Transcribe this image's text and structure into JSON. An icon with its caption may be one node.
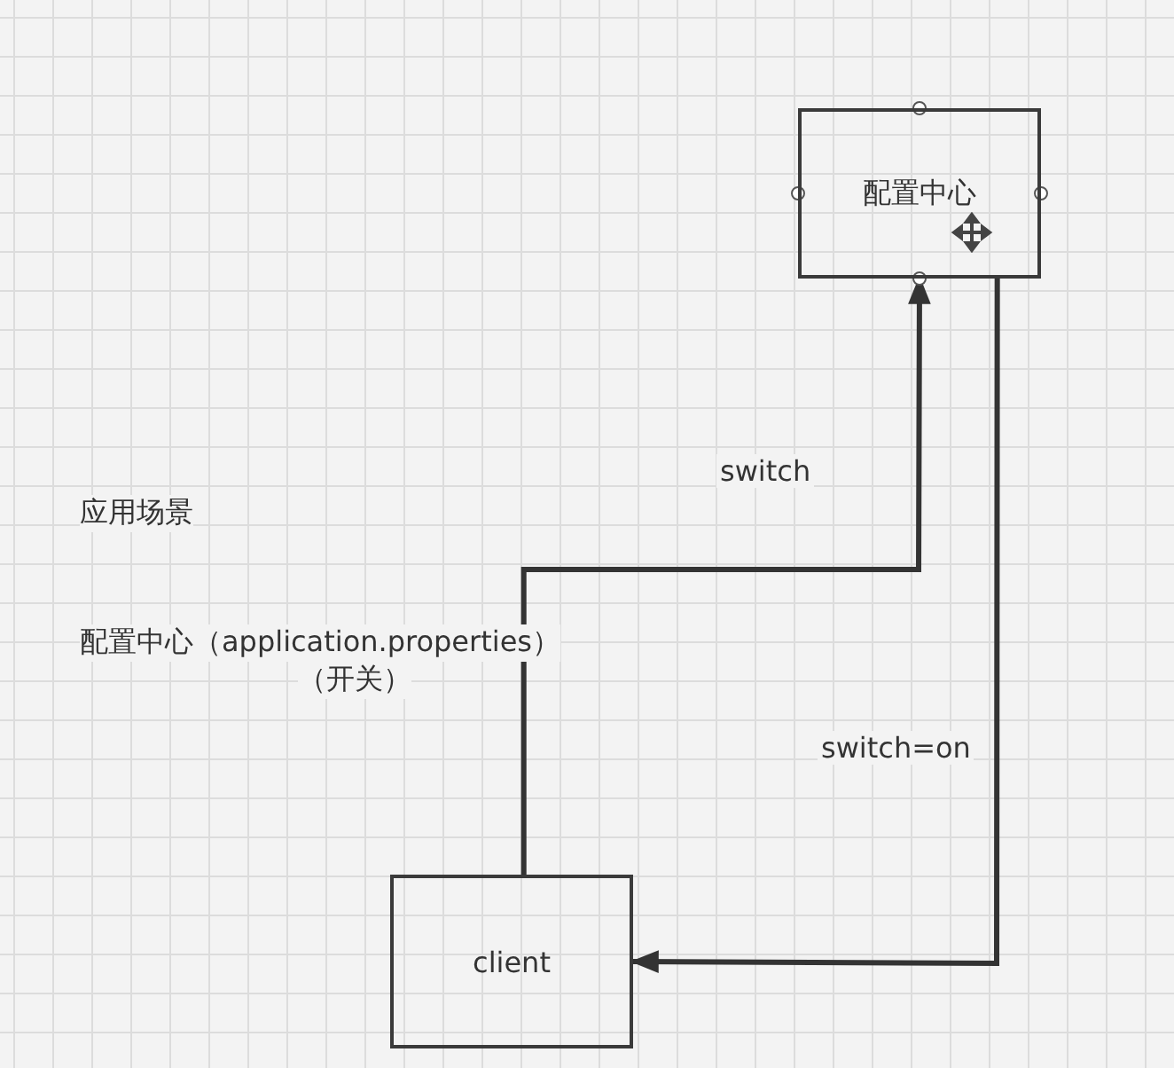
{
  "diagram": {
    "nodes": [
      {
        "text": [
          "配置中心"
        ]
      },
      {
        "text": [
          "client"
        ]
      }
    ],
    "edges": [
      {
        "from": 1,
        "to": 0,
        "arrow": "to",
        "label": "switch"
      },
      {
        "from": 0,
        "to": 1,
        "arrow": "to",
        "label": "switch=on"
      }
    ],
    "labels": [
      "应用场景",
      "配置中心（application.properties）",
      "（开关）"
    ]
  }
}
